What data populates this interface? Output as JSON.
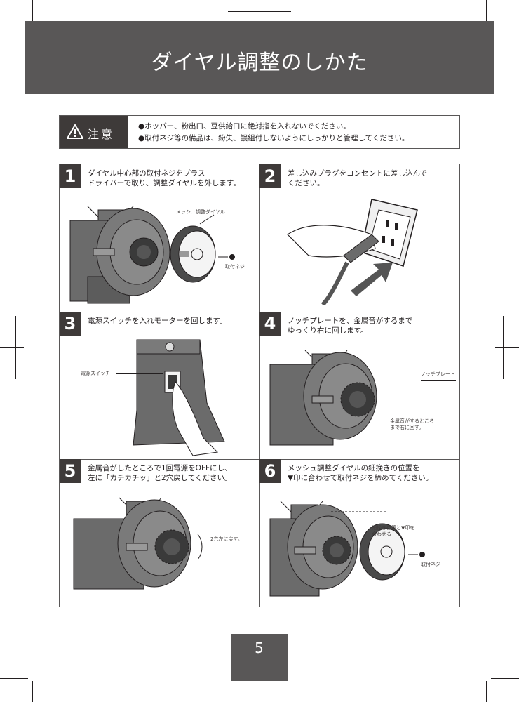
{
  "header": {
    "title": "ダイヤル調整のしかた"
  },
  "caution": {
    "label": "注意",
    "lines": [
      "●ホッパー、粉出口、豆供給口に絶対指を入れないでください。",
      "●取付ネジ等の備品は、紛失、誤組付しないようにしっかりと管理してください。"
    ]
  },
  "steps": [
    {
      "number": "1",
      "text": "ダイヤル中心部の取付ネジをプラス\nドライバーで取り、調整ダイヤルを外します。",
      "callouts": [
        "メッシュ調整ダイヤル",
        "取付ネジ"
      ]
    },
    {
      "number": "2",
      "text": "差し込みプラグをコンセントに差し込んで\nください。",
      "callouts": []
    },
    {
      "number": "3",
      "text": "電源スイッチを入れモーターを回します。",
      "callouts": [
        "電源スイッチ"
      ]
    },
    {
      "number": "4",
      "text": "ノッチプレートを、金属音がするまで\nゆっくり右に回します。",
      "callouts": [
        "ノッチプレート",
        "金属音がするところ\nまで右に回す。"
      ]
    },
    {
      "number": "5",
      "text": "金属音がしたところで1回電源をOFFにし、\n左に「カチカチッ」と2穴戻してください。",
      "callouts": [
        "2穴左に戻す。"
      ]
    },
    {
      "number": "6",
      "text": "メッシュ調整ダイヤルの細挽きの位置を\n▼印に合わせて取付ネジを締めてください。",
      "callouts": [
        "細挽き位置と▼印を\n合わせる",
        "取付ネジ"
      ]
    }
  ],
  "page_number": "5",
  "colors": {
    "header_bg": "#595757",
    "label_bg": "#3e3a39",
    "ink": "#231f20"
  }
}
